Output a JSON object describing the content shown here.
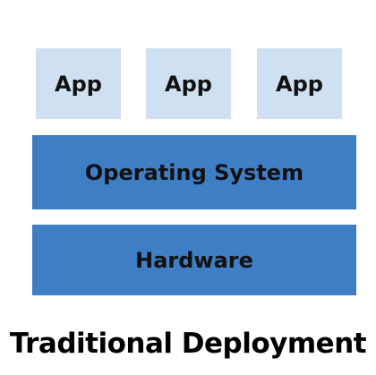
{
  "diagram": {
    "apps": [
      {
        "label": "App"
      },
      {
        "label": "App"
      },
      {
        "label": "App"
      }
    ],
    "operating_system": {
      "label": "Operating System"
    },
    "hardware": {
      "label": "Hardware"
    },
    "caption": "Traditional Deployment"
  },
  "colors": {
    "app_fill": "#cfe0f2",
    "layer_fill": "#3e7ec5",
    "text": "#111111"
  }
}
